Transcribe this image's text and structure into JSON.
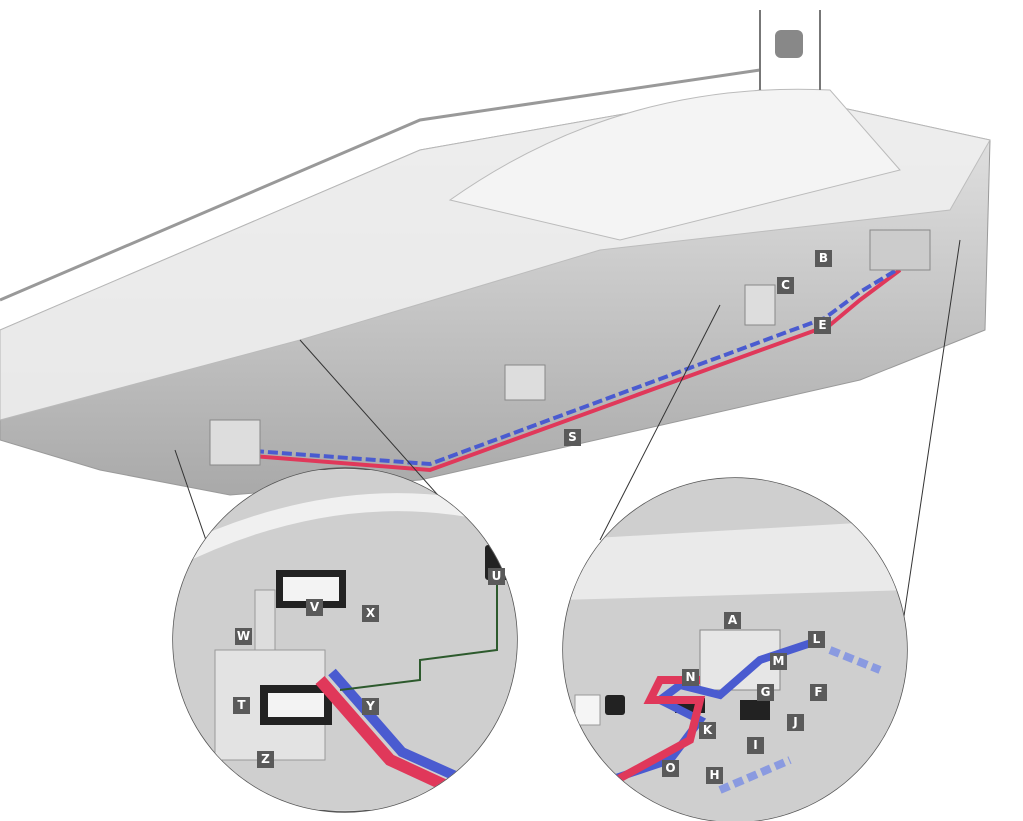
{
  "title": "Boat heating system layout diagram",
  "colors": {
    "supply_pipe": "#e0385a",
    "return_pipe": "#4a5bd0",
    "label_bg": "#5a5a5a",
    "hull": "#bdbdbd"
  },
  "labels": {
    "main": [
      "B",
      "C",
      "E",
      "S"
    ],
    "left_detail": [
      "U",
      "V",
      "X",
      "W",
      "T",
      "Y",
      "Z"
    ],
    "right_detail": [
      "A",
      "L",
      "M",
      "N",
      "F",
      "G",
      "J",
      "K",
      "I",
      "O",
      "H"
    ]
  }
}
